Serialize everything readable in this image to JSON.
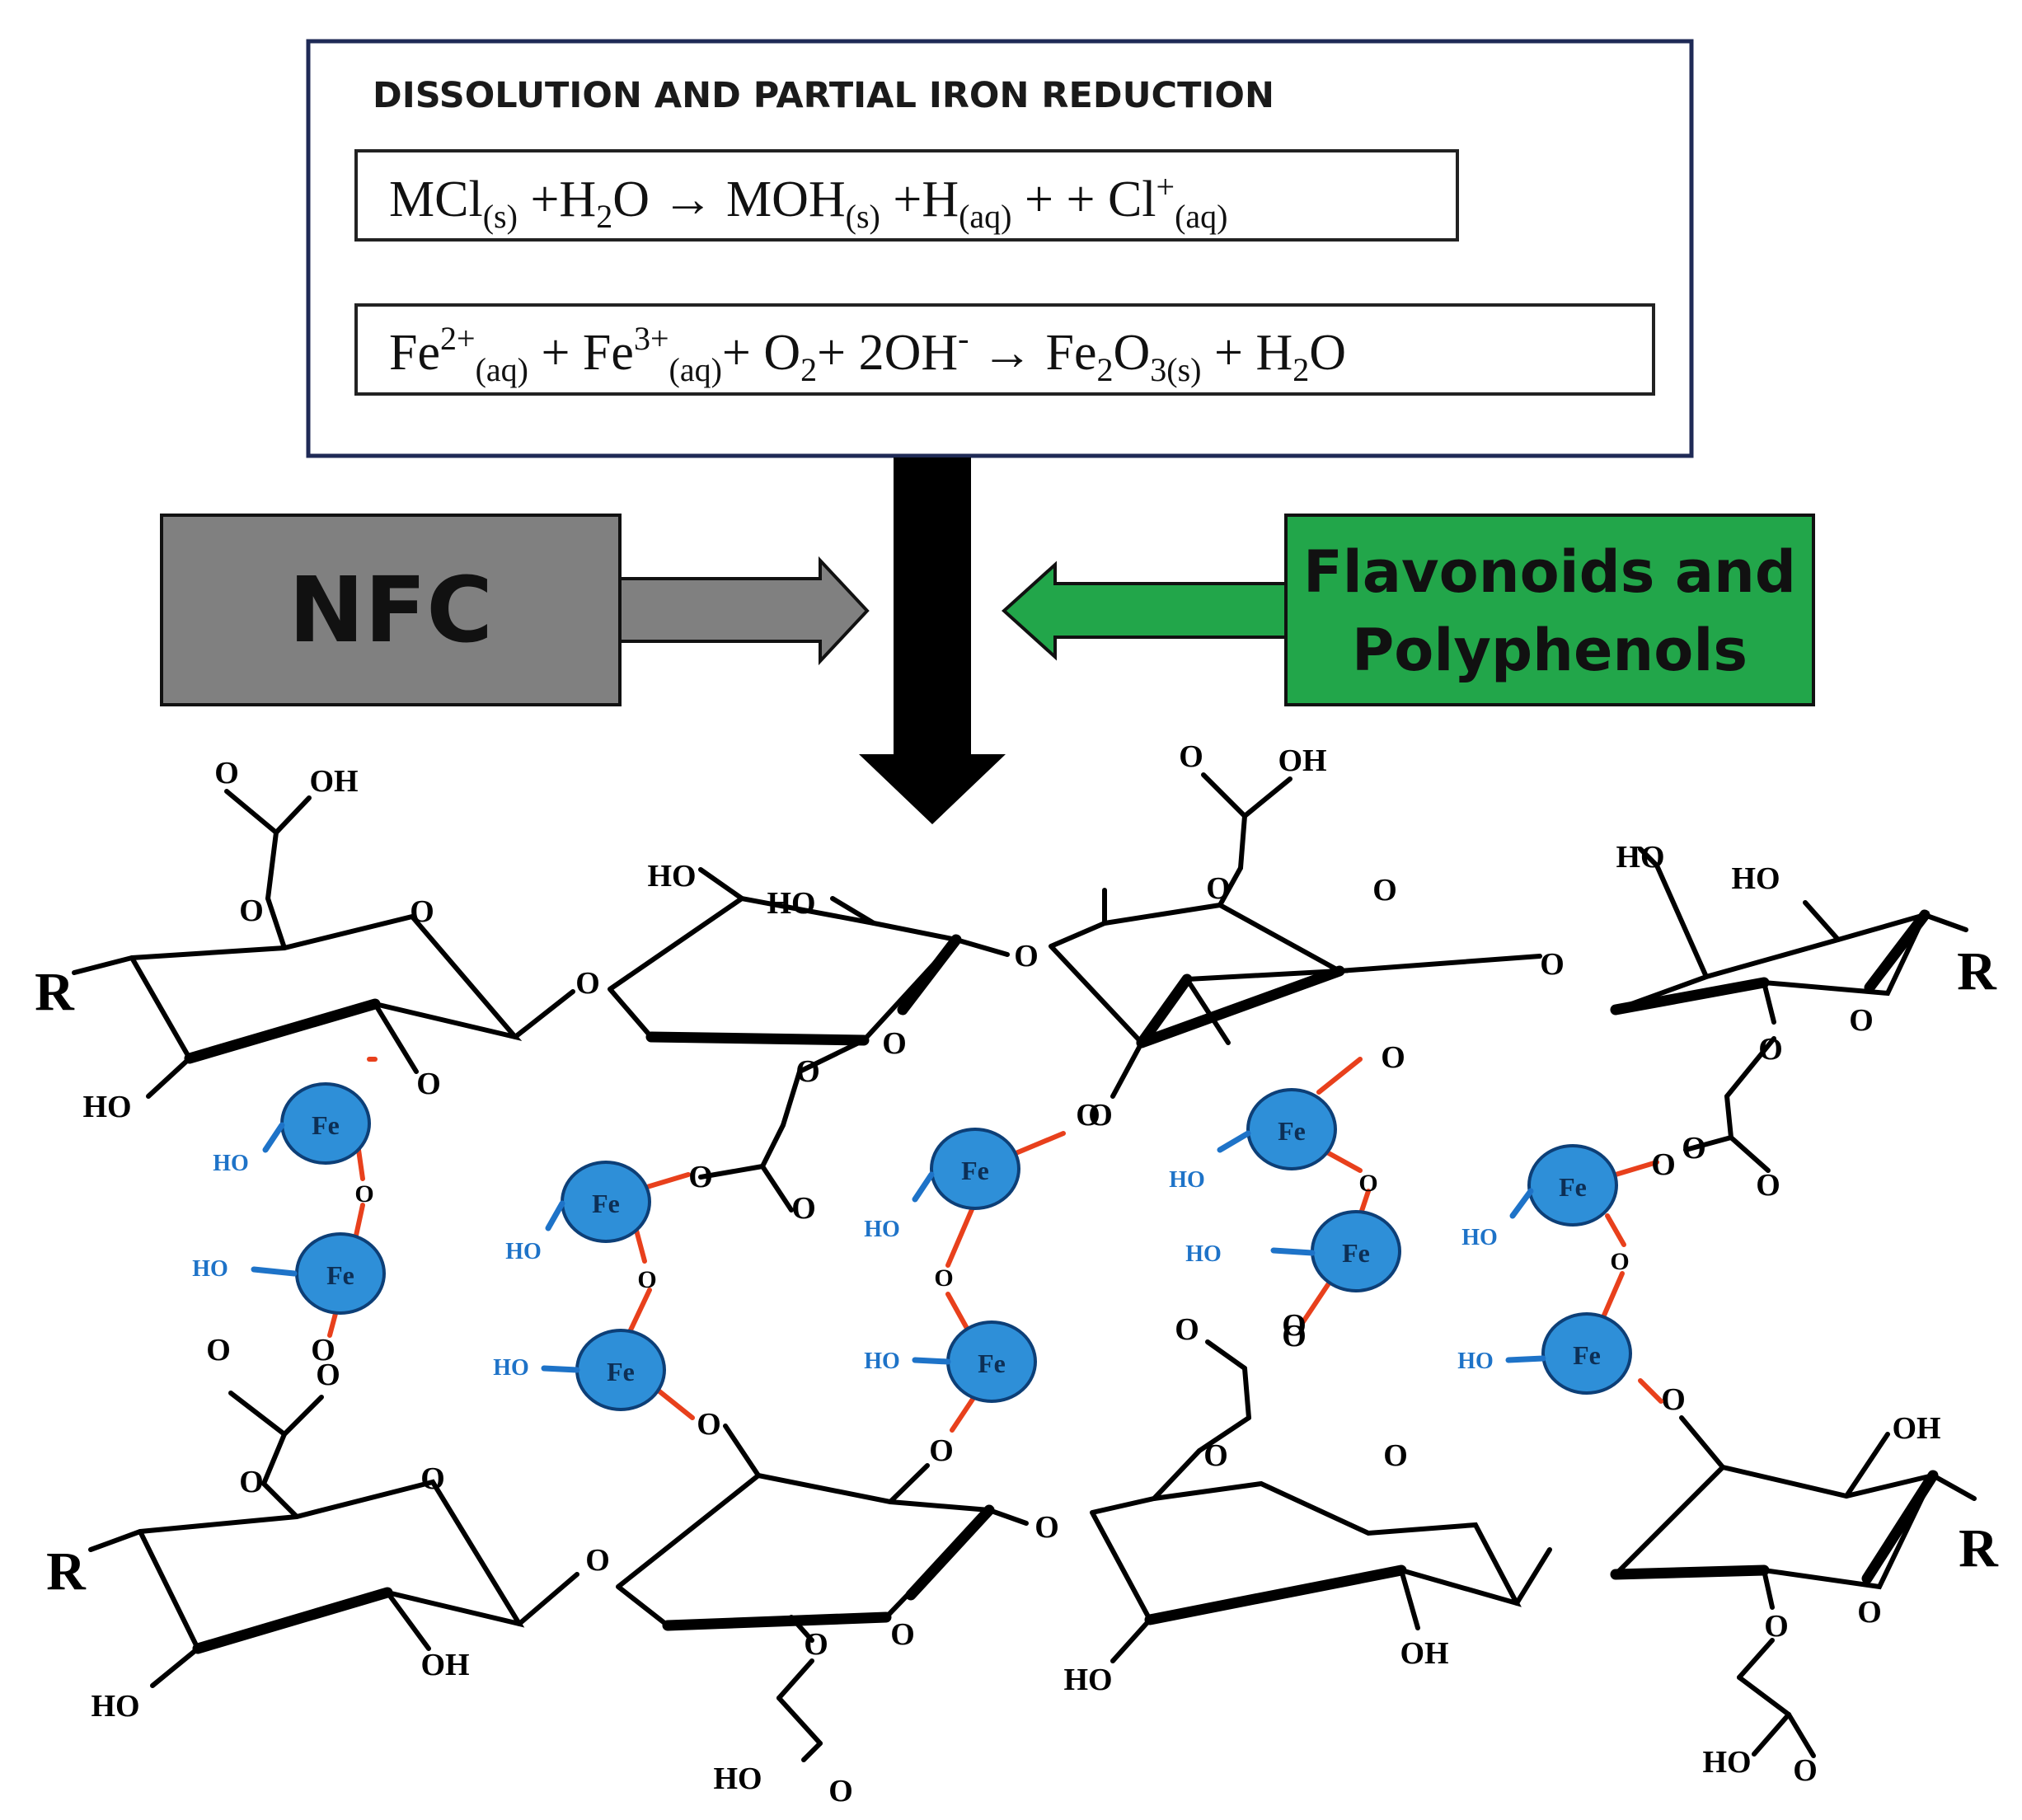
{
  "header": {
    "title": "DISSOLUTION AND PARTIAL IRON REDUCTION",
    "eq1": {
      "p1": "MCl",
      "s1": "(s)",
      "p2": " +H",
      "s2": "2",
      "p3": "O → MOH",
      "s3": "(s)",
      "p4": " +H",
      "s4": "(aq)",
      "p5": " + + Cl",
      "sup5": "+",
      "s6": "(aq)"
    },
    "eq2": {
      "p1": "Fe",
      "sup1": "2+",
      "s1": "(aq)",
      "p2": " + Fe",
      "sup2": "3+",
      "s2": "(aq)",
      "p3": "+ O",
      "s3": "2",
      "p4": "+ 2OH",
      "sup4": "-",
      "p5": " → Fe",
      "s5": "2",
      "p6": "O",
      "s6": "3(s)",
      "p7": " + H",
      "s7": "2",
      "p8": "O"
    }
  },
  "inputs": {
    "left_label": "NFC",
    "right_line1": "Flavonoids and",
    "right_line2": "Polyphenols"
  },
  "colors": {
    "box_border": "#1f2a56",
    "nfc_fill": "#808080",
    "green_fill": "#22a64a",
    "fe_fill": "#2e8fd8",
    "fe_ring": "#0d3f77",
    "ho_blue": "#1e73c8",
    "bond_red": "#e8401c",
    "ink": "#000000"
  },
  "atoms": {
    "O": "O",
    "OH": "OH",
    "HO": "HO",
    "R": "R",
    "Fe": "Fe"
  }
}
